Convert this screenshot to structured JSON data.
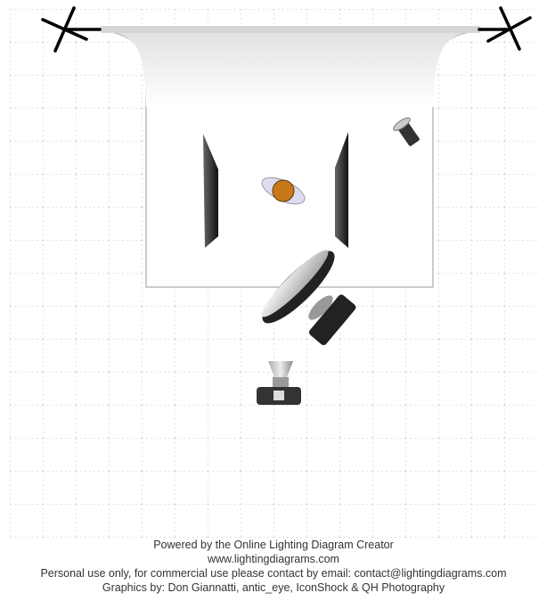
{
  "footer": {
    "powered": "Powered by the Online Lighting Diagram Creator",
    "url": "www.lightingdiagrams.com",
    "license": "Personal use only, for commercial use please contact by email: contact@lightingdiagrams.com",
    "credits": "Graphics by: Don Giannatti, antic_eye, IconShock & QH Photography"
  }
}
